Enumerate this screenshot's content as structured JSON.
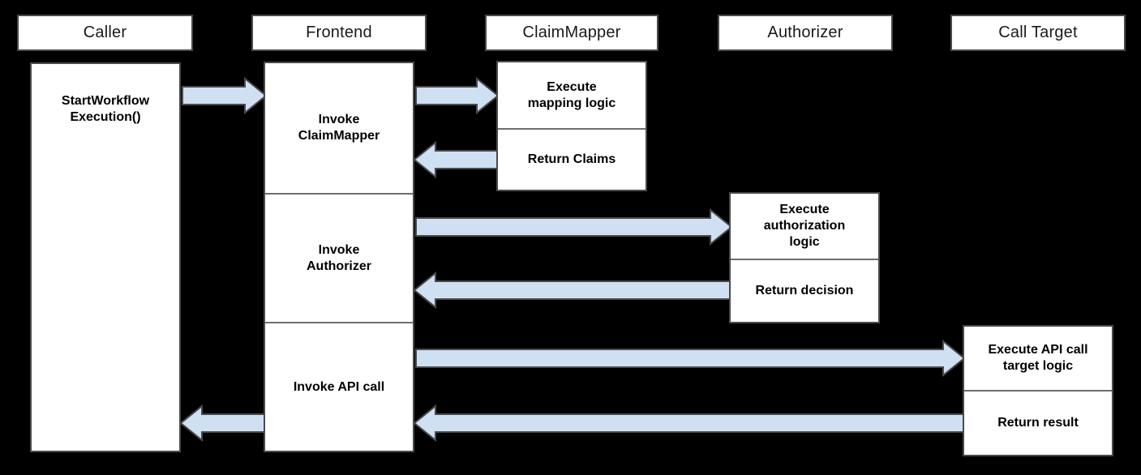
{
  "diagram": {
    "type": "sequence-diagram",
    "background_color": "#000000",
    "box_fill_color": "#ffffff",
    "box_border_color": "#4a4a4a",
    "arrow_fill_color": "#cfe0f2",
    "arrow_border_color": "#4a4a4a",
    "lifelines": [
      {
        "id": "caller",
        "label": "Caller"
      },
      {
        "id": "frontend",
        "label": "Frontend"
      },
      {
        "id": "claimmapper",
        "label": "ClaimMapper"
      },
      {
        "id": "authorizer",
        "label": "Authorizer"
      },
      {
        "id": "calltarget",
        "label": "Call Target"
      }
    ],
    "activations": {
      "caller": [
        "StartWorkflow\nExecution()"
      ],
      "frontend": [
        "Invoke\nClaimMapper",
        "Invoke\nAuthorizer",
        "Invoke API call"
      ],
      "claimmapper": [
        "Execute\nmapping logic",
        "Return Claims"
      ],
      "authorizer": [
        "Execute\nauthorization\nlogic",
        "Return decision"
      ],
      "calltarget": [
        "Execute API call\ntarget logic",
        "Return result"
      ]
    },
    "messages": [
      {
        "from": "caller",
        "to": "frontend",
        "direction": "right",
        "label": ""
      },
      {
        "from": "frontend",
        "to": "claimmapper",
        "direction": "right",
        "label": ""
      },
      {
        "from": "claimmapper",
        "to": "frontend",
        "direction": "left",
        "label": ""
      },
      {
        "from": "frontend",
        "to": "authorizer",
        "direction": "right",
        "label": ""
      },
      {
        "from": "authorizer",
        "to": "frontend",
        "direction": "left",
        "label": ""
      },
      {
        "from": "frontend",
        "to": "calltarget",
        "direction": "right",
        "label": ""
      },
      {
        "from": "calltarget",
        "to": "frontend",
        "direction": "left",
        "label": ""
      },
      {
        "from": "frontend",
        "to": "caller",
        "direction": "left",
        "label": ""
      }
    ],
    "cells": {
      "caller_1": "StartWorkflow Execution()",
      "frontend_1_line1": "Invoke",
      "frontend_1_line2": "ClaimMapper",
      "frontend_2_line1": "Invoke",
      "frontend_2_line2": "Authorizer",
      "frontend_3": "Invoke API call",
      "claimmapper_1_line1": "Execute",
      "claimmapper_1_line2": "mapping logic",
      "claimmapper_2": "Return Claims",
      "authorizer_1_line1": "Execute",
      "authorizer_1_line2": "authorization",
      "authorizer_1_line3": "logic",
      "authorizer_2": "Return decision",
      "calltarget_1_line1": "Execute API call",
      "calltarget_1_line2": "target logic",
      "calltarget_2": "Return result",
      "caller_1_line1": "StartWorkflow",
      "caller_1_line2": "Execution()"
    }
  }
}
